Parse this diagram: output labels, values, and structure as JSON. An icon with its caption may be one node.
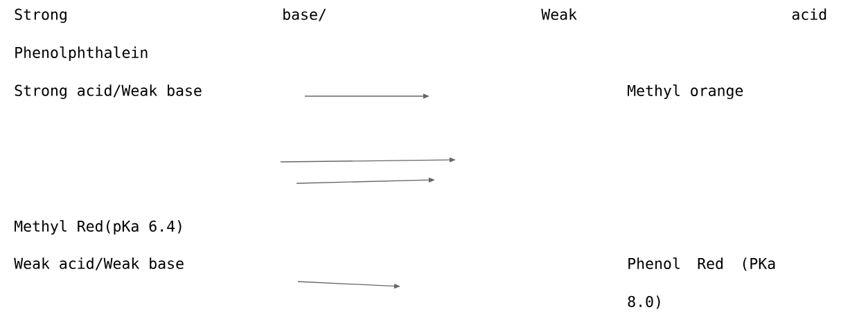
{
  "diagram": {
    "nodes": [
      {
        "text": [
          "Strong base/ Weak acid"
        ]
      },
      {
        "text": [
          "Phenolphthalein"
        ]
      },
      {
        "text": [
          "Strong acid/Weak base"
        ]
      },
      {
        "text": [
          "Methyl orange"
        ]
      },
      {
        "text": [
          "Methyl Red(pKa 6.4)"
        ]
      },
      {
        "text": [
          "Weak acid/Weak base"
        ]
      },
      {
        "text": [
          "Phenol Red (PKa 8.0)"
        ]
      }
    ]
  }
}
